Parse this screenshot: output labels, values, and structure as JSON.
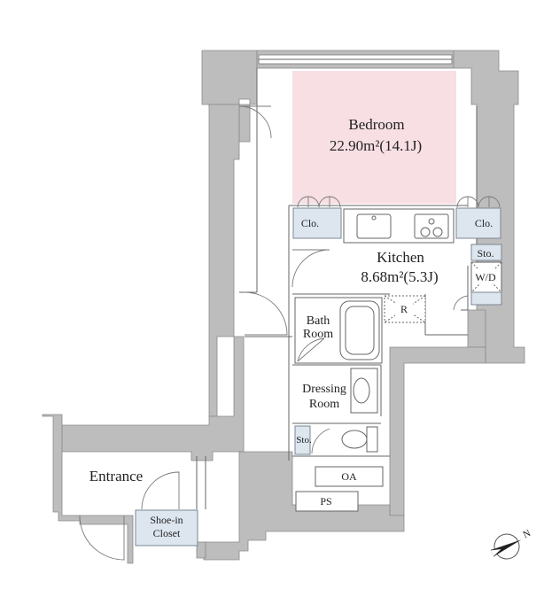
{
  "rooms": {
    "bedroom": {
      "name": "Bedroom",
      "area": "22.90m²(14.1J)"
    },
    "kitchen": {
      "name": "Kitchen",
      "area": "8.68m²(5.3J)"
    },
    "bath": {
      "line1": "Bath",
      "line2": "Room"
    },
    "dressing": {
      "line1": "Dressing",
      "line2": "Room"
    },
    "entrance": {
      "name": "Entrance"
    },
    "shoe": {
      "line1": "Shoe-in",
      "line2": "Closet"
    }
  },
  "labels": {
    "clo_left": "Clo.",
    "clo_right": "Clo.",
    "sto_upper": "Sto.",
    "wd": "W/D",
    "sto_lower": "Sto.",
    "refrigerator": "R",
    "oa": "OA",
    "ps": "PS",
    "north": "N"
  },
  "colors": {
    "bedroom_fill": "#f7dfe4",
    "wall_fill": "#bdbdbd",
    "closet_fill": "#dde5ef"
  },
  "icons": {
    "compass": "north-arrow-icon"
  }
}
